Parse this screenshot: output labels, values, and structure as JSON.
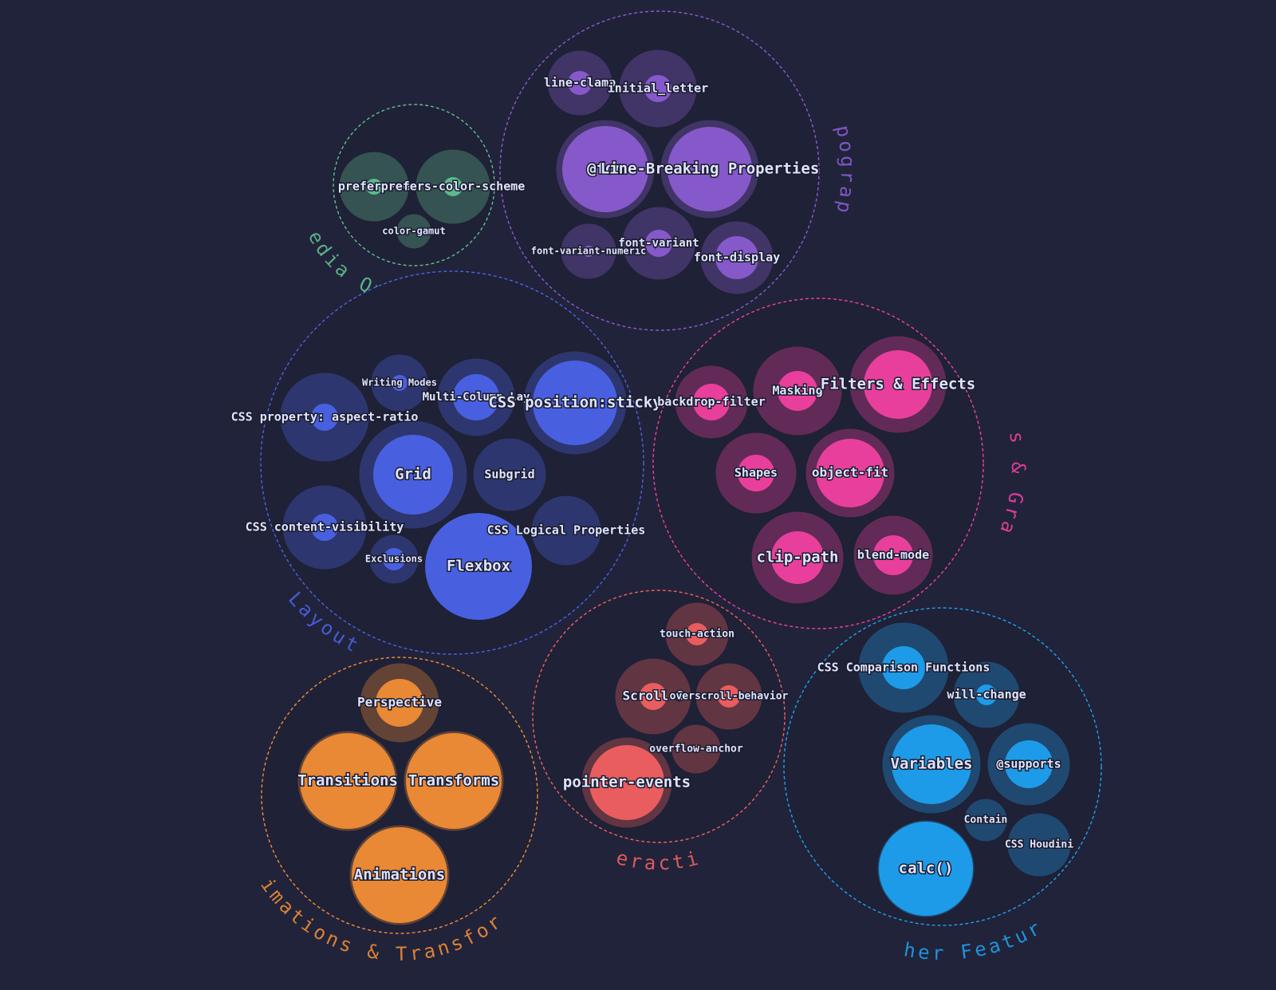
{
  "groups": [
    {
      "id": "media-queries",
      "name": "Media Queries",
      "color": "#5fbf8f",
      "features": [
        {
          "label": "prefers-reduced-motion",
          "display": "prefers-re"
        },
        {
          "label": "prefers-color-scheme"
        },
        {
          "label": "color-gamut"
        }
      ]
    },
    {
      "id": "typography",
      "name": "Typography",
      "color": "#8a5cd0",
      "features": [
        {
          "label": "line-clamp"
        },
        {
          "label": "initial_letter"
        },
        {
          "label": "@font-face",
          "display": "@fon"
        },
        {
          "label": "Line-Breaking Properties"
        },
        {
          "label": "font-variant-numeric"
        },
        {
          "label": "font-variant"
        },
        {
          "label": "font-display"
        }
      ]
    },
    {
      "id": "layout",
      "name": "Layout",
      "color": "#4a63e6",
      "features": [
        {
          "label": "Writing Modes"
        },
        {
          "label": "Multi-Column Layout",
          "display": "Multi-Column Lay"
        },
        {
          "label": "CSS position:sticky"
        },
        {
          "label": "CSS property: aspect-ratio"
        },
        {
          "label": "Grid"
        },
        {
          "label": "Subgrid"
        },
        {
          "label": "CSS content-visibility"
        },
        {
          "label": "CSS Logical Properties"
        },
        {
          "label": "Exclusions"
        },
        {
          "label": "Flexbox"
        }
      ]
    },
    {
      "id": "shapes-graphics",
      "name": "Shapes & Graphics",
      "color": "#f040a0",
      "features": [
        {
          "label": "backdrop-filter"
        },
        {
          "label": "Masking"
        },
        {
          "label": "Filters & Effects"
        },
        {
          "label": "Shapes"
        },
        {
          "label": "object-fit"
        },
        {
          "label": "clip-path"
        },
        {
          "label": "blend-mode"
        }
      ]
    },
    {
      "id": "animations-transforms",
      "name": "Animations & Transforms",
      "color": "#f08c36",
      "features": [
        {
          "label": "Perspective"
        },
        {
          "label": "Transitions"
        },
        {
          "label": "Transforms"
        },
        {
          "label": "Animations"
        }
      ]
    },
    {
      "id": "interactions",
      "name": "Interactions",
      "color": "#f06060",
      "features": [
        {
          "label": "touch-action"
        },
        {
          "label": "Scroll Snap",
          "display": "Scroll S"
        },
        {
          "label": "overscroll-behavior"
        },
        {
          "label": "overflow-anchor"
        },
        {
          "label": "pointer-events"
        }
      ]
    },
    {
      "id": "other-features",
      "name": "Other Features",
      "color": "#1ea0ee",
      "features": [
        {
          "label": "CSS Comparison Functions"
        },
        {
          "label": "will-change"
        },
        {
          "label": "Variables"
        },
        {
          "label": "@supports"
        },
        {
          "label": "Contain"
        },
        {
          "label": "CSS Houdini"
        },
        {
          "label": "calc()"
        }
      ]
    }
  ]
}
